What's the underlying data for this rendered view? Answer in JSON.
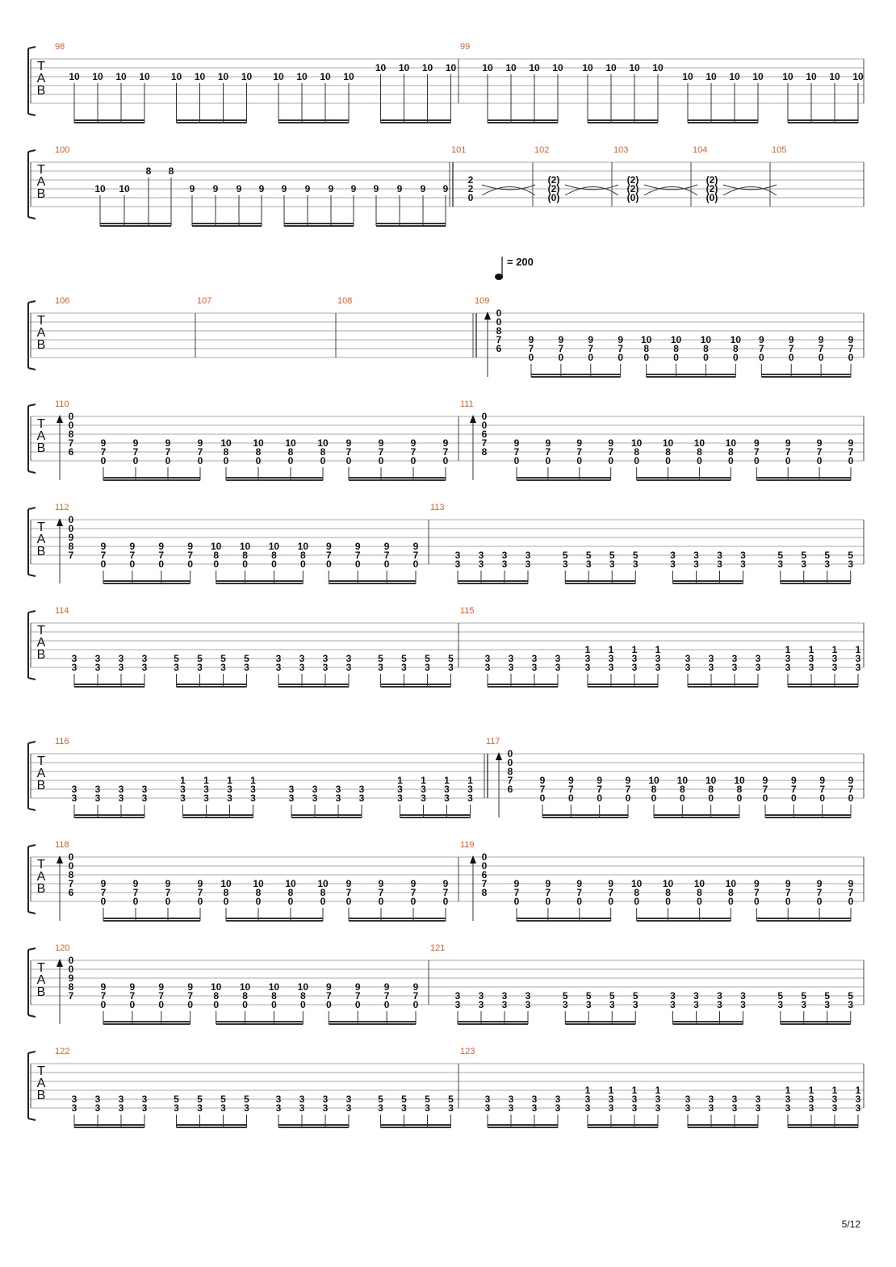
{
  "page": {
    "number": "5/12"
  },
  "clef": [
    "T",
    "A",
    "B"
  ],
  "tempo": {
    "text": "= 200",
    "at_bar": "109"
  },
  "systems": [
    {
      "bars": [
        {
          "n": "98",
          "groups": [
            [
              [
                "10",
                "",
                ""
              ],
              [
                "10",
                "",
                ""
              ],
              [
                "10",
                "",
                ""
              ],
              [
                "10",
                "",
                ""
              ]
            ],
            [
              [
                "10",
                "",
                ""
              ],
              [
                "10",
                "",
                ""
              ],
              [
                "10",
                "",
                ""
              ],
              [
                "10",
                "",
                ""
              ]
            ],
            [
              [
                "10",
                "",
                ""
              ],
              [
                "10",
                "",
                ""
              ],
              [
                "10",
                "",
                ""
              ],
              [
                "10",
                "",
                ""
              ]
            ],
            [
              [
                "10",
                "",
                ""
              ],
              [
                "10",
                "",
                ""
              ],
              [
                "10",
                "",
                ""
              ],
              [
                "10",
                "",
                ""
              ]
            ]
          ],
          "group_lines": [
            2,
            2,
            2,
            1
          ],
          "endBar": "single"
        },
        {
          "n": "99",
          "groups": [
            [
              [
                "10",
                "",
                ""
              ],
              [
                "10",
                "",
                ""
              ],
              [
                "10",
                "",
                ""
              ],
              [
                "10",
                "",
                ""
              ]
            ],
            [
              [
                "10",
                "",
                ""
              ],
              [
                "10",
                "",
                ""
              ],
              [
                "10",
                "",
                ""
              ],
              [
                "10",
                "",
                ""
              ]
            ],
            [
              [
                "10",
                "",
                ""
              ],
              [
                "10",
                "",
                ""
              ],
              [
                "10",
                "",
                ""
              ],
              [
                "10",
                "",
                ""
              ]
            ],
            [
              [
                "10",
                "",
                ""
              ],
              [
                "10",
                "",
                ""
              ],
              [
                "10",
                "",
                ""
              ],
              [
                "10",
                "",
                ""
              ]
            ]
          ],
          "group_lines": [
            1,
            1,
            2,
            2
          ],
          "endBar": "single"
        }
      ]
    },
    {
      "bars": [
        {
          "n": "100",
          "special": "100"
        },
        {
          "n": "101",
          "special": "chord",
          "chord": [
            "2",
            "2",
            "0"
          ]
        },
        {
          "n": "102",
          "special": "chord",
          "chord": [
            "(2)",
            "(2)",
            "(0)"
          ]
        },
        {
          "n": "103",
          "special": "chord",
          "chord": [
            "(2)",
            "(2)",
            "(0)"
          ]
        },
        {
          "n": "104",
          "special": "chord",
          "chord": [
            "(2)",
            "(2)",
            "(0)"
          ]
        },
        {
          "n": "105",
          "special": "empty"
        }
      ]
    },
    {
      "bars": [
        {
          "n": "106",
          "special": "empty"
        },
        {
          "n": "107",
          "special": "empty"
        },
        {
          "n": "108",
          "special": "empty"
        },
        {
          "n": "109",
          "special": "riff",
          "chord": [
            "0",
            "0",
            "8",
            "7",
            "6"
          ]
        }
      ]
    },
    {
      "bars": [
        {
          "n": "110",
          "special": "riff",
          "chord": [
            "0",
            "0",
            "8",
            "7",
            "6"
          ]
        },
        {
          "n": "111",
          "special": "riff",
          "chord": [
            "0",
            "0",
            "6",
            "7",
            "8"
          ]
        }
      ]
    },
    {
      "bars": [
        {
          "n": "112",
          "special": "riff",
          "chord": [
            "0",
            "0",
            "9",
            "8",
            "7"
          ]
        },
        {
          "n": "113",
          "special": "power",
          "pattern": [
            "33",
            "55",
            "33",
            "55"
          ]
        }
      ]
    },
    {
      "bars": [
        {
          "n": "114",
          "special": "power",
          "pattern": [
            "33",
            "55",
            "33",
            "55"
          ]
        },
        {
          "n": "115",
          "special": "power",
          "pattern": [
            "33",
            "133",
            "33",
            "133"
          ]
        }
      ]
    },
    {
      "bars": [
        {
          "n": "116",
          "special": "power",
          "pattern": [
            "33",
            "133",
            "33",
            "133"
          ]
        },
        {
          "n": "117",
          "special": "riff",
          "chord": [
            "0",
            "0",
            "8",
            "7",
            "6"
          ]
        }
      ]
    },
    {
      "bars": [
        {
          "n": "118",
          "special": "riff",
          "chord": [
            "0",
            "0",
            "8",
            "7",
            "6"
          ]
        },
        {
          "n": "119",
          "special": "riff",
          "chord": [
            "0",
            "0",
            "6",
            "7",
            "8"
          ]
        }
      ]
    },
    {
      "bars": [
        {
          "n": "120",
          "special": "riff",
          "chord": [
            "0",
            "0",
            "9",
            "8",
            "7"
          ]
        },
        {
          "n": "121",
          "special": "power",
          "pattern": [
            "33",
            "55",
            "33",
            "55"
          ]
        }
      ]
    },
    {
      "bars": [
        {
          "n": "122",
          "special": "power",
          "pattern": [
            "33",
            "55",
            "33",
            "55"
          ]
        },
        {
          "n": "123",
          "special": "power",
          "pattern": [
            "33",
            "133",
            "33",
            "133"
          ]
        }
      ]
    }
  ]
}
